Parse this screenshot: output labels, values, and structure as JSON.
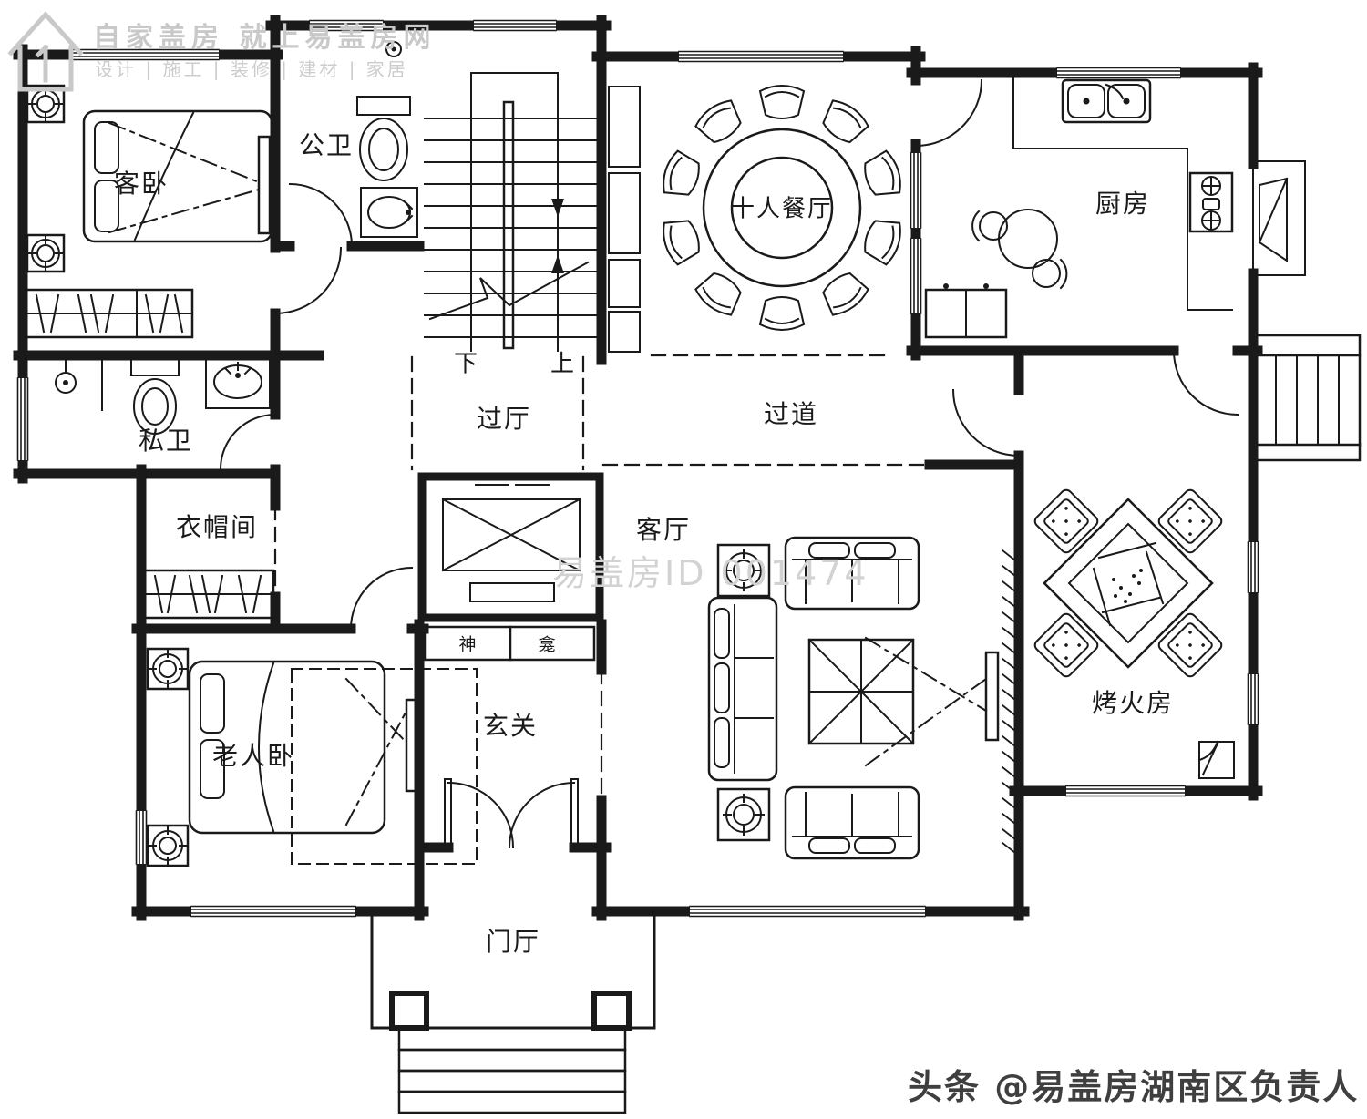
{
  "watermark": {
    "brand_line1": "自家盖房 就上易盖房网",
    "brand_line2": "设计 | 施工 | 装修 | 建材 | 家居",
    "center_id": "易盖房ID 001474"
  },
  "footer": {
    "credit": "头条 @易盖房湖南区负责人"
  },
  "rooms": {
    "guest_bedroom": "客卧",
    "public_bath": "公卫",
    "stair_down": "下",
    "stair_up": "上",
    "hall": "过厅",
    "dining": "十人餐厅",
    "kitchen": "厨房",
    "private_bath": "私卫",
    "cloakroom": "衣帽间",
    "corridor": "过道",
    "living": "客厅",
    "fire_room": "烤火房",
    "elder_bedroom": "老人卧",
    "foyer": "玄关",
    "shrine_left": "神",
    "shrine_right": "龛",
    "entrance_hall": "门厅"
  },
  "colors": {
    "line": "#1a1a1a",
    "watermark_gray": "#cccccc",
    "center_watermark_gray": "#d2d2d2",
    "footer_gray": "#3f3f3f",
    "background": "#ffffff"
  }
}
